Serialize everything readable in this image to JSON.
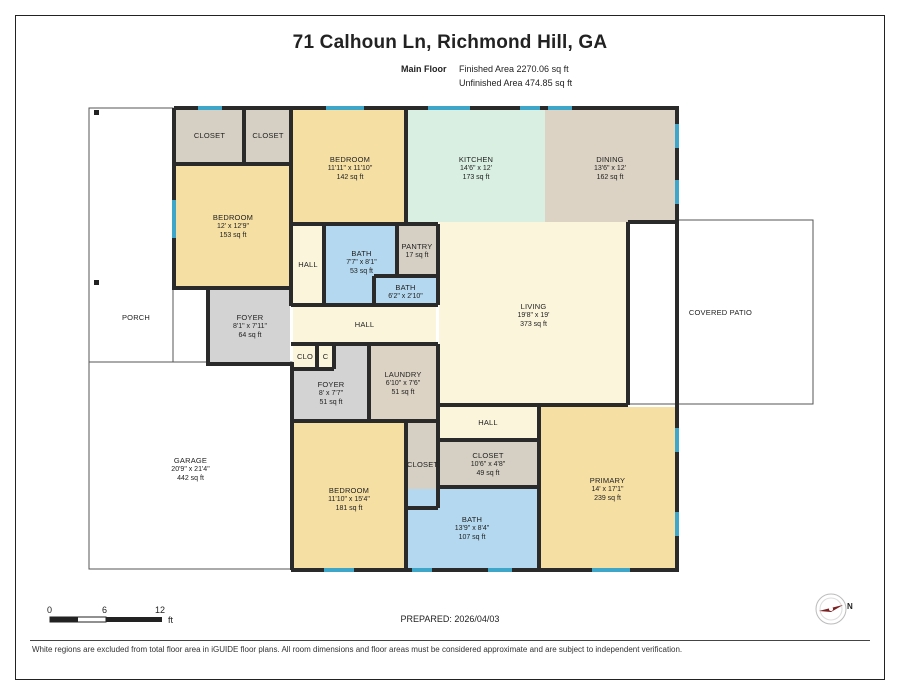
{
  "title": "71 Calhoun Ln, Richmond Hill, GA",
  "header": {
    "floor_label": "Main Floor",
    "finished_area": "Finished Area 2270.06 sq ft",
    "unfinished_area": "Unfinished Area 474.85 sq ft"
  },
  "rooms": {
    "closet1": {
      "name": "CLOSET"
    },
    "closet2": {
      "name": "CLOSET"
    },
    "bedroom_nw": {
      "name": "BEDROOM",
      "dims": "12' x 12'9\"",
      "area": "153 sq ft"
    },
    "bedroom_n": {
      "name": "BEDROOM",
      "dims": "11'11\" x 11'10\"",
      "area": "142 sq ft"
    },
    "kitchen": {
      "name": "KITCHEN",
      "dims": "14'6\" x 12'",
      "area": "173 sq ft"
    },
    "dining": {
      "name": "DINING",
      "dims": "13'6\" x 12'",
      "area": "162 sq ft"
    },
    "hall_a": {
      "name": "HALL"
    },
    "bath_a": {
      "name": "BATH",
      "dims": "7'7\" x 8'1\"",
      "area": "53 sq ft"
    },
    "pantry": {
      "name": "PANTRY",
      "area": "17 sq ft"
    },
    "bath_b": {
      "name": "BATH",
      "dims": "6'2\" x 2'10\""
    },
    "living": {
      "name": "LIVING",
      "dims": "19'8\" x 19'",
      "area": "373 sq ft"
    },
    "covered_patio": {
      "name": "COVERED PATIO"
    },
    "porch": {
      "name": "PORCH"
    },
    "foyer1": {
      "name": "FOYER",
      "dims": "8'1\" x 7'11\"",
      "area": "64 sq ft"
    },
    "hall_b": {
      "name": "HALL"
    },
    "clo": {
      "name": "CLO"
    },
    "c": {
      "name": "C"
    },
    "foyer2": {
      "name": "FOYER",
      "dims": "8' x 7'7\"",
      "area": "51 sq ft"
    },
    "laundry": {
      "name": "LAUNDRY",
      "dims": "6'10\" x 7'6\"",
      "area": "51 sq ft"
    },
    "hall_c": {
      "name": "HALL"
    },
    "garage": {
      "name": "GARAGE",
      "dims": "20'9\" x 21'4\"",
      "area": "442 sq ft"
    },
    "bedroom_s": {
      "name": "BEDROOM",
      "dims": "11'10\" x 15'4\"",
      "area": "181 sq ft"
    },
    "closet3": {
      "name": "CLOSET"
    },
    "closet4": {
      "name": "CLOSET",
      "dims": "10'6\" x 4'8\"",
      "area": "49 sq ft"
    },
    "bath_c": {
      "name": "BATH",
      "dims": "13'9\" x 8'4\"",
      "area": "107 sq ft"
    },
    "primary": {
      "name": "PRIMARY",
      "dims": "14' x 17'1\"",
      "area": "239 sq ft"
    }
  },
  "scale": {
    "t0": "0",
    "t1": "6",
    "t2": "12",
    "unit": "ft"
  },
  "compass": {
    "label": "N"
  },
  "prepared": "PREPARED: 2026/04/03",
  "footer": "White regions are excluded from total floor area in iGUIDE floor plans. All room dimensions and floor areas must be considered approximate and are subject to independent verification.",
  "colors": {
    "bedroom": "#f5dfa3",
    "primary": "#f5dfa3",
    "kitchen": "#d8efe2",
    "dining": "#dcd3c4",
    "bath": "#b3d8ef",
    "closet": "#d6cfc3",
    "foyer": "#d3d3d3",
    "hall": "#fbf5dc",
    "living": "#fbf5dc",
    "window": "#3ea6c9"
  }
}
